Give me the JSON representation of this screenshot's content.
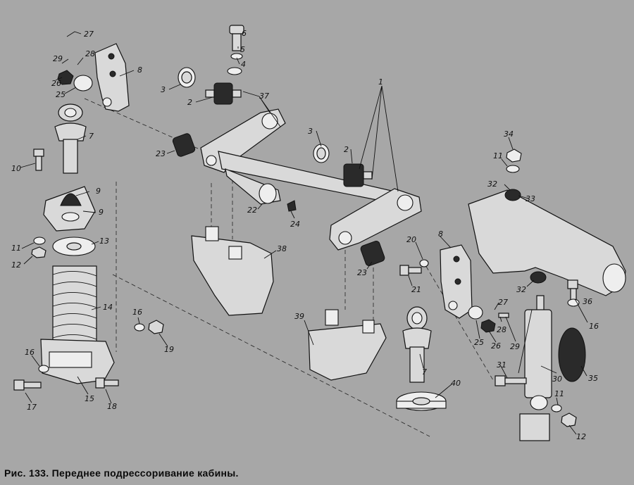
{
  "caption": "Рис. 133. Переднее подрессоривание кабины.",
  "labels": [
    {
      "id": "l1",
      "text": "1"
    },
    {
      "id": "l2a",
      "text": "2"
    },
    {
      "id": "l2b",
      "text": "2"
    },
    {
      "id": "l3a",
      "text": "3"
    },
    {
      "id": "l3b",
      "text": "3"
    },
    {
      "id": "l4",
      "text": "4"
    },
    {
      "id": "l5",
      "text": "5"
    },
    {
      "id": "l6",
      "text": "6"
    },
    {
      "id": "l7a",
      "text": "7"
    },
    {
      "id": "l7b",
      "text": "7"
    },
    {
      "id": "l8a",
      "text": "8"
    },
    {
      "id": "l8b",
      "text": "8"
    },
    {
      "id": "l9a",
      "text": "9"
    },
    {
      "id": "l9b",
      "text": "9"
    },
    {
      "id": "l10",
      "text": "10"
    },
    {
      "id": "l11a",
      "text": "11"
    },
    {
      "id": "l11b",
      "text": "11"
    },
    {
      "id": "l11c",
      "text": "11"
    },
    {
      "id": "l12a",
      "text": "12"
    },
    {
      "id": "l12b",
      "text": "12"
    },
    {
      "id": "l13",
      "text": "13"
    },
    {
      "id": "l14",
      "text": "14"
    },
    {
      "id": "l15",
      "text": "15"
    },
    {
      "id": "l16a",
      "text": "16"
    },
    {
      "id": "l16b",
      "text": "16"
    },
    {
      "id": "l16c",
      "text": "16"
    },
    {
      "id": "l17",
      "text": "17"
    },
    {
      "id": "l18",
      "text": "18"
    },
    {
      "id": "l19",
      "text": "19"
    },
    {
      "id": "l20",
      "text": "20"
    },
    {
      "id": "l21",
      "text": "21"
    },
    {
      "id": "l22",
      "text": "22"
    },
    {
      "id": "l23a",
      "text": "23"
    },
    {
      "id": "l23b",
      "text": "23"
    },
    {
      "id": "l24",
      "text": "24"
    },
    {
      "id": "l25a",
      "text": "25"
    },
    {
      "id": "l25b",
      "text": "25"
    },
    {
      "id": "l26a",
      "text": "26"
    },
    {
      "id": "l26b",
      "text": "26"
    },
    {
      "id": "l27a",
      "text": "27"
    },
    {
      "id": "l27b",
      "text": "27"
    },
    {
      "id": "l28a",
      "text": "28"
    },
    {
      "id": "l28b",
      "text": "28"
    },
    {
      "id": "l29a",
      "text": "29"
    },
    {
      "id": "l29b",
      "text": "29"
    },
    {
      "id": "l30",
      "text": "30"
    },
    {
      "id": "l31",
      "text": "31"
    },
    {
      "id": "l32a",
      "text": "32"
    },
    {
      "id": "l32b",
      "text": "32"
    },
    {
      "id": "l33",
      "text": "33"
    },
    {
      "id": "l34",
      "text": "34"
    },
    {
      "id": "l35",
      "text": "35"
    },
    {
      "id": "l36",
      "text": "36"
    },
    {
      "id": "l37",
      "text": "37"
    },
    {
      "id": "l38",
      "text": "38"
    },
    {
      "id": "l39",
      "text": "39"
    },
    {
      "id": "l40",
      "text": "40"
    }
  ]
}
